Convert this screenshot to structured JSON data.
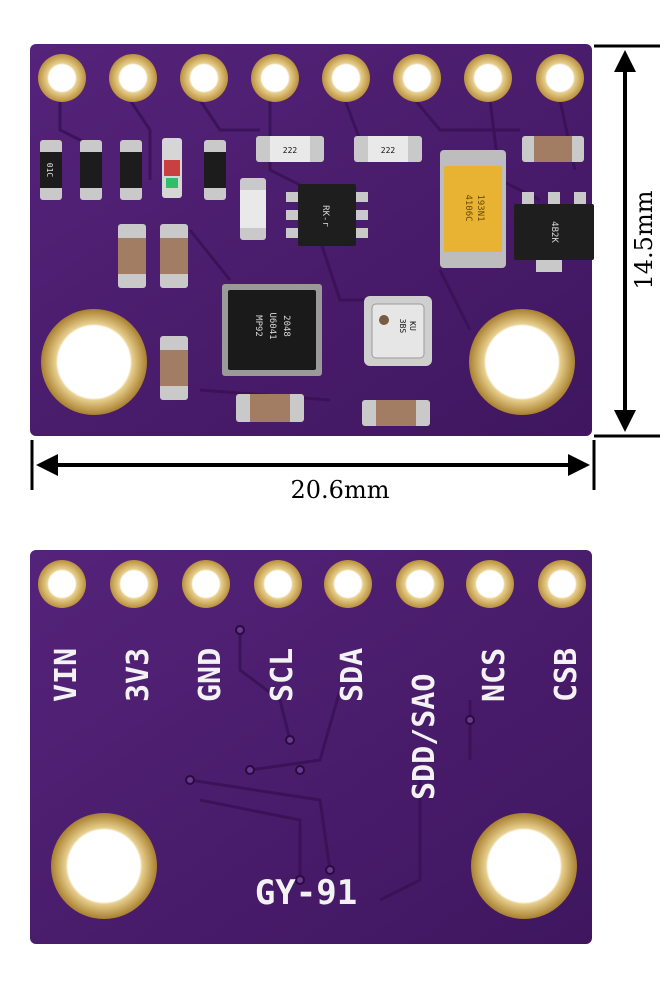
{
  "top_board": {
    "dimension_width": "20.6mm",
    "dimension_height": "14.5mm",
    "resistor_code": "222",
    "resistor_code_alt": "01C",
    "regulator_marking": "RK-r",
    "tantalum_marking_1": "4106C",
    "tantalum_marking_2": "193N1",
    "sot_marking": "4B2K",
    "imu_marking_1": "MP92",
    "imu_marking_2": "U6041",
    "imu_marking_3": "2048",
    "baro_marking_1": "3BS",
    "baro_marking_2": "KU"
  },
  "bottom_board": {
    "pins": [
      "VIN",
      "3V3",
      "GND",
      "SCL",
      "SDA",
      "SDD/SAO",
      "NCS",
      "CSB"
    ],
    "model": "GY-91"
  },
  "colors": {
    "pcb_purple": "#4a1d6e",
    "pad_gold": "#d9b76a",
    "silkscreen": "#f2f2f2"
  }
}
